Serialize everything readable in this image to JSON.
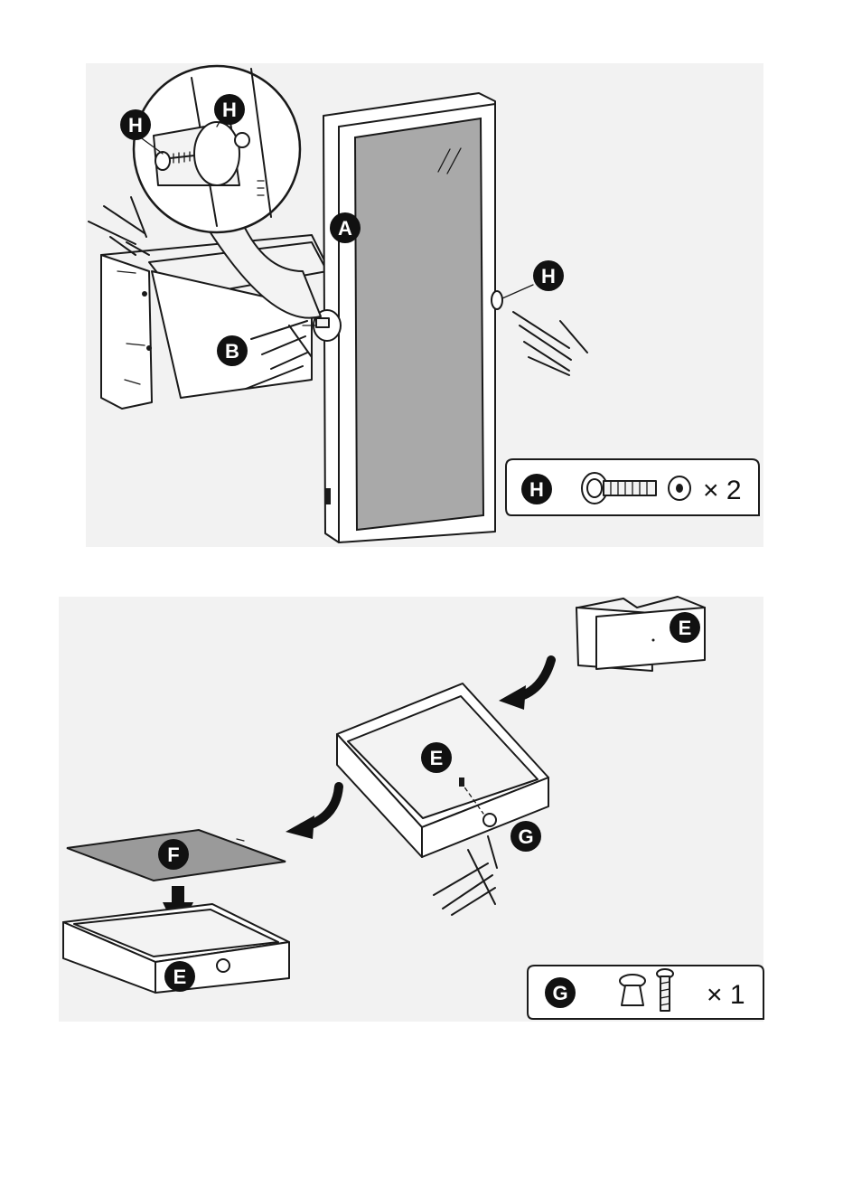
{
  "labels": {
    "a": "A",
    "b": "B",
    "e": "E",
    "f": "F",
    "g": "G",
    "h": "H"
  },
  "parts": {
    "h_quantity": "× 2",
    "g_quantity": "× 1"
  },
  "colors": {
    "background": "#ffffff",
    "line": "#1a1a1a",
    "label_fill": "#111111",
    "mirror_glass": "#a9a9a9",
    "drawer_bottom_panel": "#9a9a9a",
    "diagram_backdrop": "#f2f2f2"
  },
  "icons": {
    "hand": "pointing-hand-icon",
    "arrow": "curved-arrow-icon",
    "down_arrow": "down-arrow-icon",
    "screw": "bolt-icon",
    "washer": "washer-icon",
    "knob": "knob-icon"
  }
}
